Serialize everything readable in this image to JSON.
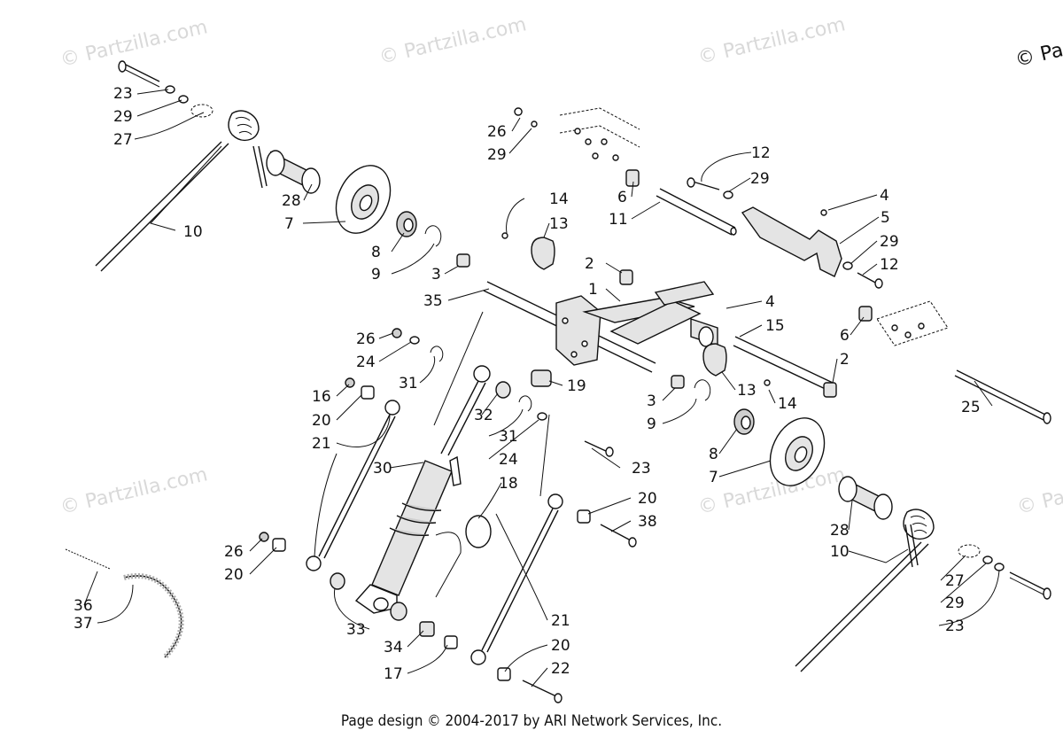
{
  "watermark": "© Partzilla.com",
  "corner_copyright": "© Pa",
  "footer": "Page design © 2004-2017 by ARI Network Services, Inc.",
  "callouts": {
    "c23a": "23",
    "c29a": "29",
    "c27a": "27",
    "c10a": "10",
    "c28a": "28",
    "c7a": "7",
    "c8a": "8",
    "c9a": "9",
    "c3a": "3",
    "c35": "35",
    "c26a": "26",
    "c29b": "29",
    "c14a": "14",
    "c13a": "13",
    "c6a": "6",
    "c11": "11",
    "c12a": "12",
    "c29c": "29",
    "c4a": "4",
    "c5": "5",
    "c29d": "29",
    "c12b": "12",
    "c2a": "2",
    "c1": "1",
    "c4b": "4",
    "c15": "15",
    "c6b": "6",
    "c2b": "2",
    "c26b": "26",
    "c24a": "24",
    "c31a": "31",
    "c16": "16",
    "c20a": "20",
    "c21a": "21",
    "c19": "19",
    "c3b": "3",
    "c9b": "9",
    "c13b": "13",
    "c14b": "14",
    "c25": "25",
    "c32": "32",
    "c31b": "31",
    "c24b": "24",
    "c23b": "23",
    "c30": "30",
    "c18": "18",
    "c8b": "8",
    "c7b": "7",
    "c20b": "20",
    "c38": "38",
    "c28b": "28",
    "c10b": "10",
    "c26c": "26",
    "c20c": "20",
    "c36": "36",
    "c37": "37",
    "c33": "33",
    "c34": "34",
    "c17": "17",
    "c21b": "21",
    "c20d": "20",
    "c22": "22",
    "c27b": "27",
    "c29e": "29",
    "c23c": "23"
  }
}
